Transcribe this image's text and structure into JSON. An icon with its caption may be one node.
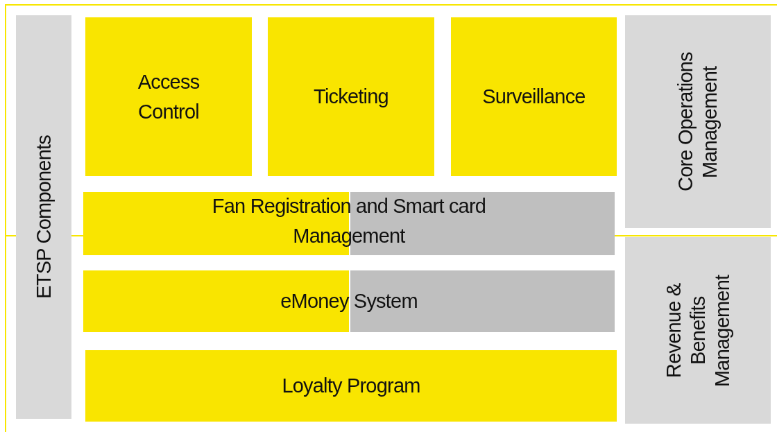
{
  "diagram": {
    "nodes": [
      {
        "text": [
          "ETSP Components"
        ]
      },
      {
        "text": [
          "Access Control"
        ]
      },
      {
        "text": [
          "Ticketing"
        ]
      },
      {
        "text": [
          "Surveillance"
        ]
      },
      {
        "text": [
          "Fan Registration and Smart card Management"
        ]
      },
      {
        "text": [
          "eMoney System"
        ]
      },
      {
        "text": [
          "Loyalty Program"
        ]
      },
      {
        "text": [
          "Core Operations Management"
        ]
      },
      {
        "text": [
          "Revenue & Benefits Management"
        ]
      }
    ]
  }
}
